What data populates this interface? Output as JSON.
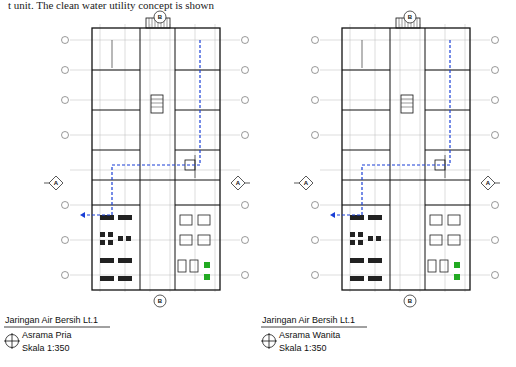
{
  "diagram": {
    "labels": [
      "t unit. The clean water utility concept is shown",
      "A",
      "A",
      "B",
      "B",
      "A",
      "A",
      "B",
      "B",
      "Jaringan Air Bersih Lt.1",
      "Asrama Pria",
      "Skala 1:350",
      "Jaringan Air Bersih Lt.1",
      "Asrama Wanita",
      "Skala 1:350"
    ]
  }
}
